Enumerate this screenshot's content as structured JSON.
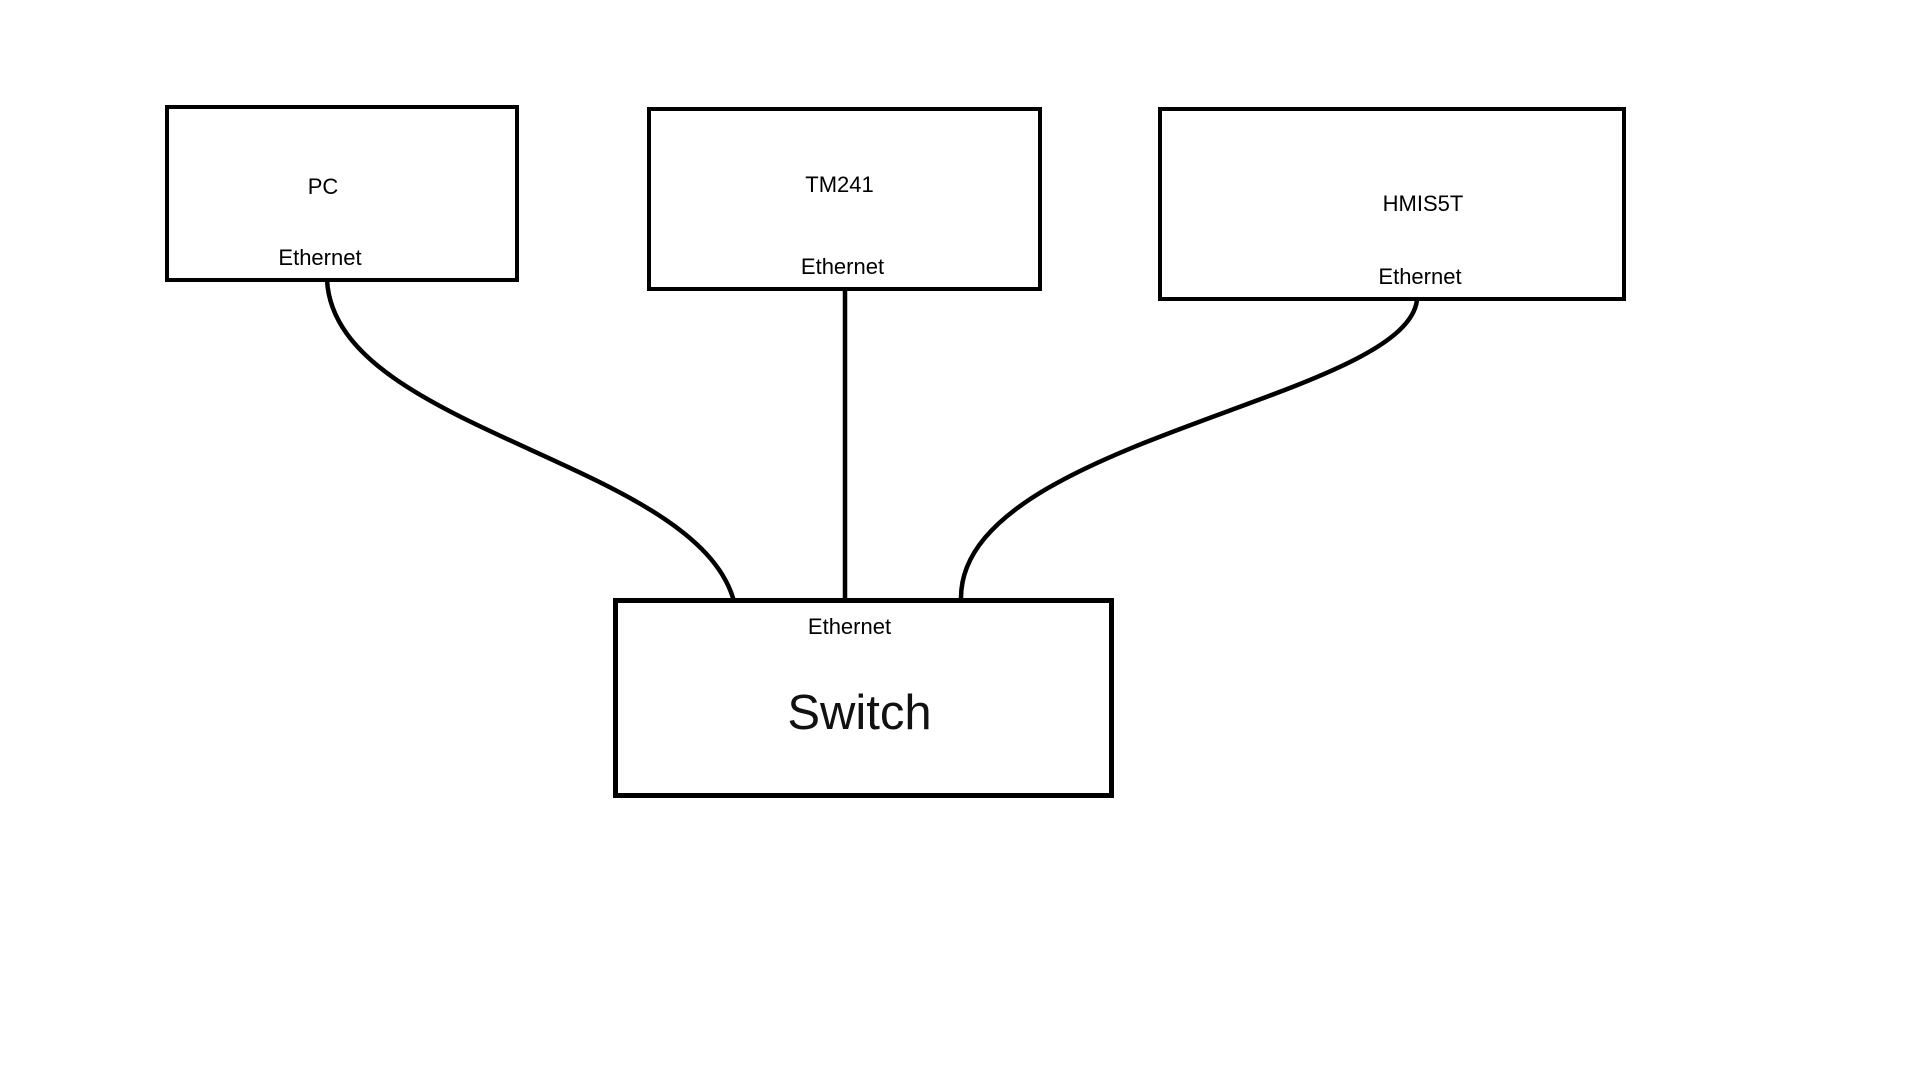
{
  "diagram": {
    "type": "network-topology",
    "nodes": [
      {
        "id": "pc",
        "title": "PC",
        "port": "Ethernet"
      },
      {
        "id": "tm241",
        "title": "TM241",
        "port": "Ethernet"
      },
      {
        "id": "hmis5t",
        "title": "HMIS5T",
        "port": "Ethernet"
      },
      {
        "id": "switch",
        "title": "Switch",
        "port": "Ethernet"
      }
    ],
    "connections": [
      {
        "from": "pc",
        "from_port": "Ethernet",
        "to": "switch",
        "to_port": "Ethernet"
      },
      {
        "from": "tm241",
        "from_port": "Ethernet",
        "to": "switch",
        "to_port": "Ethernet"
      },
      {
        "from": "hmis5t",
        "from_port": "Ethernet",
        "to": "switch",
        "to_port": "Ethernet"
      }
    ],
    "colors": {
      "background": "#ffffff",
      "box_border": "#000000",
      "connector": "#000000",
      "text": "#000000"
    }
  }
}
